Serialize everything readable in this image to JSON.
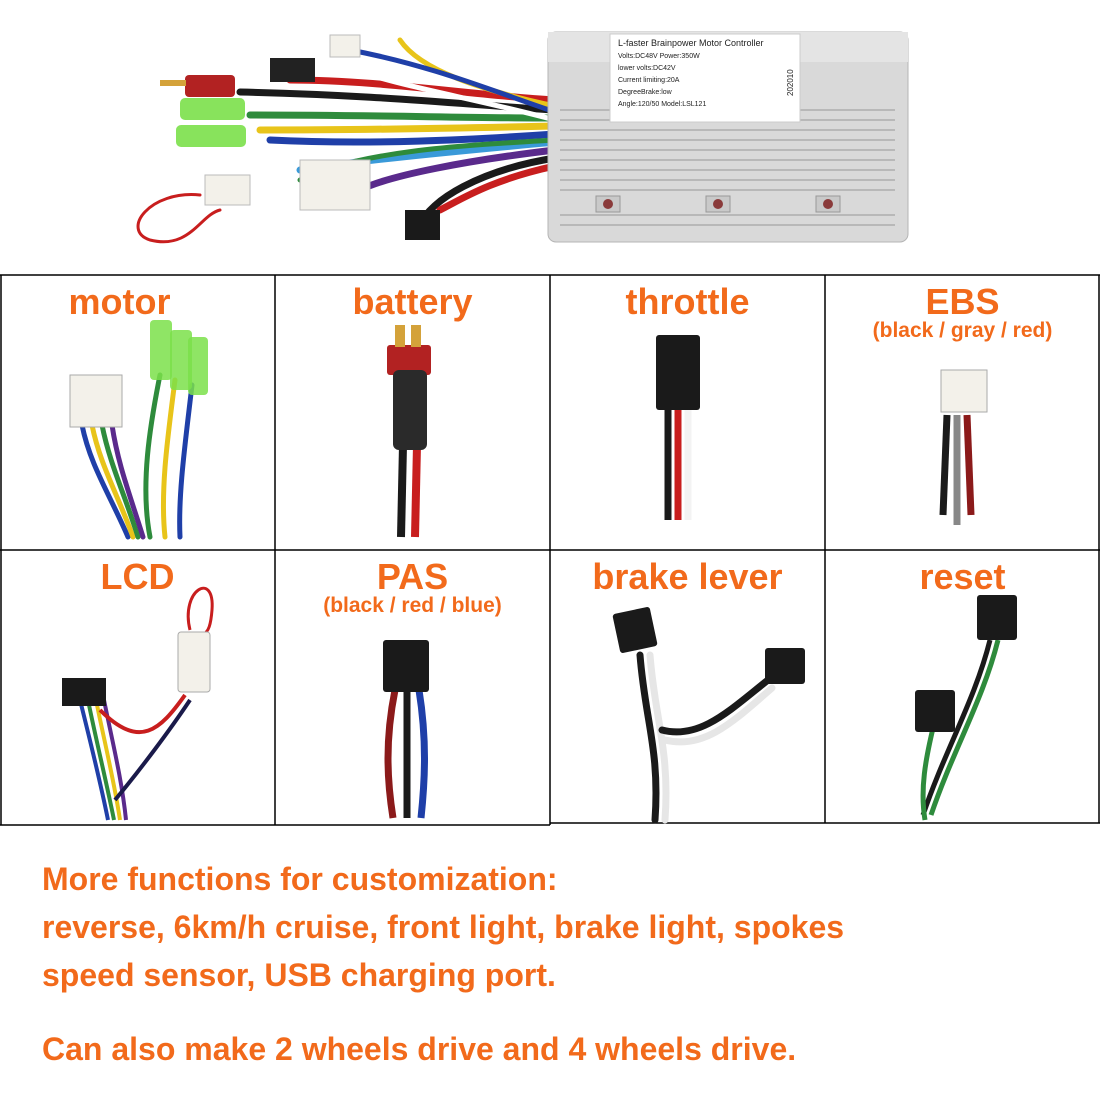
{
  "controller": {
    "label_lines": [
      "L-faster  Brainpower Motor Controller",
      "Volts:DC48V  Power:350W",
      "lower volts:DC42V",
      "Current limiting:20A",
      "DegreeBrake:low",
      "Angle:120/50  Model:LSL121"
    ],
    "date_code": "202010"
  },
  "connectors": [
    {
      "name": "motor",
      "sub": ""
    },
    {
      "name": "battery",
      "sub": ""
    },
    {
      "name": "throttle",
      "sub": ""
    },
    {
      "name": "EBS",
      "sub": "(black / gray / red)"
    },
    {
      "name": "LCD",
      "sub": ""
    },
    {
      "name": "PAS",
      "sub": "(black / red / blue)"
    },
    {
      "name": "brake lever",
      "sub": ""
    },
    {
      "name": "reset",
      "sub": ""
    }
  ],
  "notes": {
    "line1": "More functions for customization:",
    "line2": "reverse, 6km/h cruise, front light, brake light, spokes",
    "line3": "speed sensor, USB charging port.",
    "line4": "Can also make 2 wheels drive and 4 wheels drive."
  },
  "colors": {
    "accent": "#f26a1b",
    "grid_lines": "#000000",
    "controller_body": "#d9d9d9"
  }
}
